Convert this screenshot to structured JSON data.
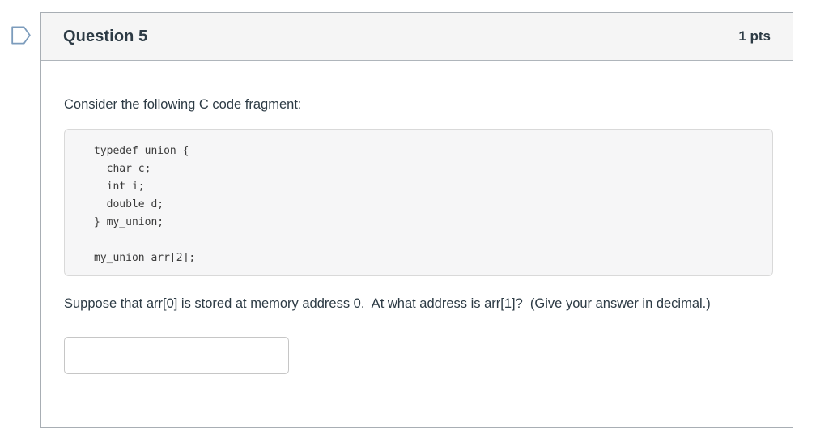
{
  "colors": {
    "card_border": "#A8AEB4",
    "header_background": "#F5F5F5",
    "text": "#2D3B45",
    "code_background": "#F6F6F7",
    "code_border": "#D9D9D9",
    "flag_outline": "#7C9CBC"
  },
  "flag": {
    "icon": "bookmark-flag-icon"
  },
  "question": {
    "header": {
      "title": "Question 5",
      "points": "1 pts"
    },
    "body": {
      "intro": "Consider the following C code fragment:",
      "code": "typedef union {\n  char c;\n  int i;\n  double d;\n} my_union;\n\nmy_union arr[2];",
      "prompt": "Suppose that arr[0] is stored at memory address 0.  At what address is arr[1]?  (Give your answer in decimal.)",
      "answer_value": ""
    }
  }
}
